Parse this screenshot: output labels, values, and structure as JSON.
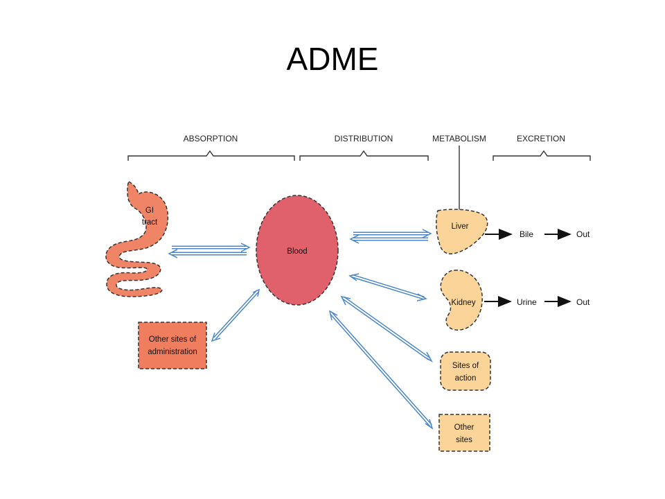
{
  "title": "ADME",
  "phases": {
    "absorption": "ABSORPTION",
    "distribution": "DISTRIBUTION",
    "metabolism": "METABOLISM",
    "excretion": "EXCRETION"
  },
  "nodes": {
    "gi": [
      "GI",
      "tract"
    ],
    "other_admin": [
      "Other sites of",
      "administration"
    ],
    "blood": "Blood",
    "liver": "Liver",
    "kidney": "Kidney",
    "sites_action": [
      "Sites of",
      "action"
    ],
    "other_sites": [
      "Other",
      "sites"
    ]
  },
  "excretion_paths": {
    "bile": "Bile",
    "urine": "Urine",
    "out1": "Out",
    "out2": "Out"
  },
  "colors": {
    "gi_fill": "#f08466",
    "admin_fill": "#ef7d5e",
    "blood_fill": "#e0616c",
    "organ_fill": "#fbd49a",
    "arrow": "#4a86c8"
  }
}
